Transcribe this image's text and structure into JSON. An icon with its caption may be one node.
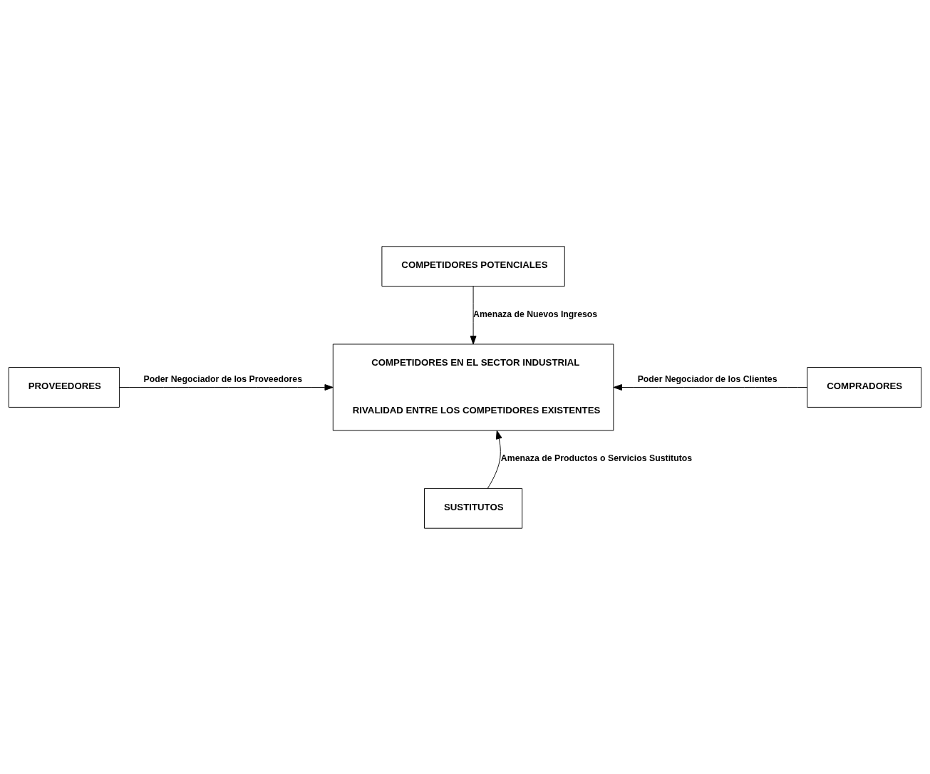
{
  "diagram": {
    "nodes": [
      {
        "text": [
          "COMPETIDORES POTENCIALES"
        ]
      },
      {
        "text": [
          "COMPETIDORES EN EL SECTOR INDUSTRIAL",
          "RIVALIDAD ENTRE LOS COMPETIDORES EXISTENTES"
        ]
      },
      {
        "text": [
          "PROVEEDORES"
        ]
      },
      {
        "text": [
          "COMPRADORES"
        ]
      },
      {
        "text": [
          "SUSTITUTOS"
        ]
      }
    ],
    "edges": [
      {
        "from": 0,
        "to": 1,
        "arrow": "to",
        "label": "Amenaza de Nuevos Ingresos"
      },
      {
        "from": 2,
        "to": 1,
        "arrow": "to",
        "label": "Poder Negociador de los Proveedores"
      },
      {
        "from": 3,
        "to": 1,
        "arrow": "to",
        "label": "Poder Negociador de los Clientes"
      },
      {
        "from": 4,
        "to": 1,
        "arrow": "to",
        "label": "Amenaza de Productos o Servicios Sustitutos"
      }
    ]
  }
}
